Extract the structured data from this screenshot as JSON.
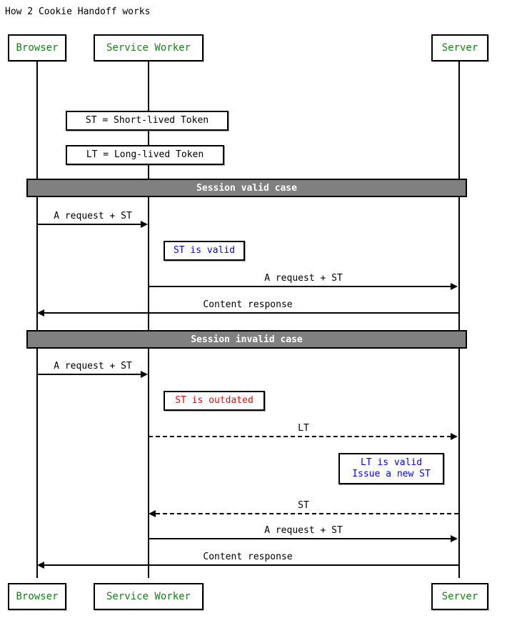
{
  "diagram": {
    "title": "How 2 Cookie Handoff works",
    "type": "sequence-diagram",
    "colors": {
      "participant_text": "#118811",
      "divider_fill": "#808080",
      "divider_text": "#ffffff",
      "note_valid_text": "#0000ff",
      "note_error_text": "#ff0000",
      "line": "#000000",
      "background": "#ffffff"
    }
  },
  "participants": [
    {
      "id": "browser",
      "label": "Browser"
    },
    {
      "id": "service_worker",
      "label": "Service Worker"
    },
    {
      "id": "server",
      "label": "Server"
    }
  ],
  "legend_notes": [
    {
      "text": "ST = Short-lived Token"
    },
    {
      "text": "LT = Long-lived Token"
    }
  ],
  "sections": [
    {
      "id": "valid",
      "label": "Session valid case"
    },
    {
      "id": "invalid",
      "label": "Session invalid case"
    }
  ],
  "messages": [
    {
      "id": "m1",
      "label": "A request + ST",
      "from": "browser",
      "to": "service_worker",
      "style": "solid",
      "direction": "right"
    },
    {
      "id": "m2",
      "label": "A request + ST",
      "from": "service_worker",
      "to": "server",
      "style": "solid",
      "direction": "right"
    },
    {
      "id": "m3",
      "label": "Content response",
      "from": "server",
      "to": "browser",
      "style": "solid",
      "direction": "left"
    },
    {
      "id": "m4",
      "label": "A request + ST",
      "from": "browser",
      "to": "service_worker",
      "style": "solid",
      "direction": "right"
    },
    {
      "id": "m5",
      "label": "LT",
      "from": "service_worker",
      "to": "server",
      "style": "dashed",
      "direction": "right"
    },
    {
      "id": "m6",
      "label": "ST",
      "from": "server",
      "to": "service_worker",
      "style": "dashed",
      "direction": "left"
    },
    {
      "id": "m7",
      "label": "A request + ST",
      "from": "service_worker",
      "to": "server",
      "style": "solid",
      "direction": "right"
    },
    {
      "id": "m8",
      "label": "Content response",
      "from": "server",
      "to": "browser",
      "style": "solid",
      "direction": "left"
    }
  ],
  "notes": [
    {
      "id": "n1",
      "lines": [
        "ST is valid"
      ],
      "color": "blue",
      "over": "service_worker"
    },
    {
      "id": "n2",
      "lines": [
        "ST is outdated"
      ],
      "color": "red",
      "over": "service_worker"
    },
    {
      "id": "n3",
      "lines": [
        "LT is valid",
        "Issue a new ST"
      ],
      "color": "blue",
      "over": "server"
    }
  ]
}
